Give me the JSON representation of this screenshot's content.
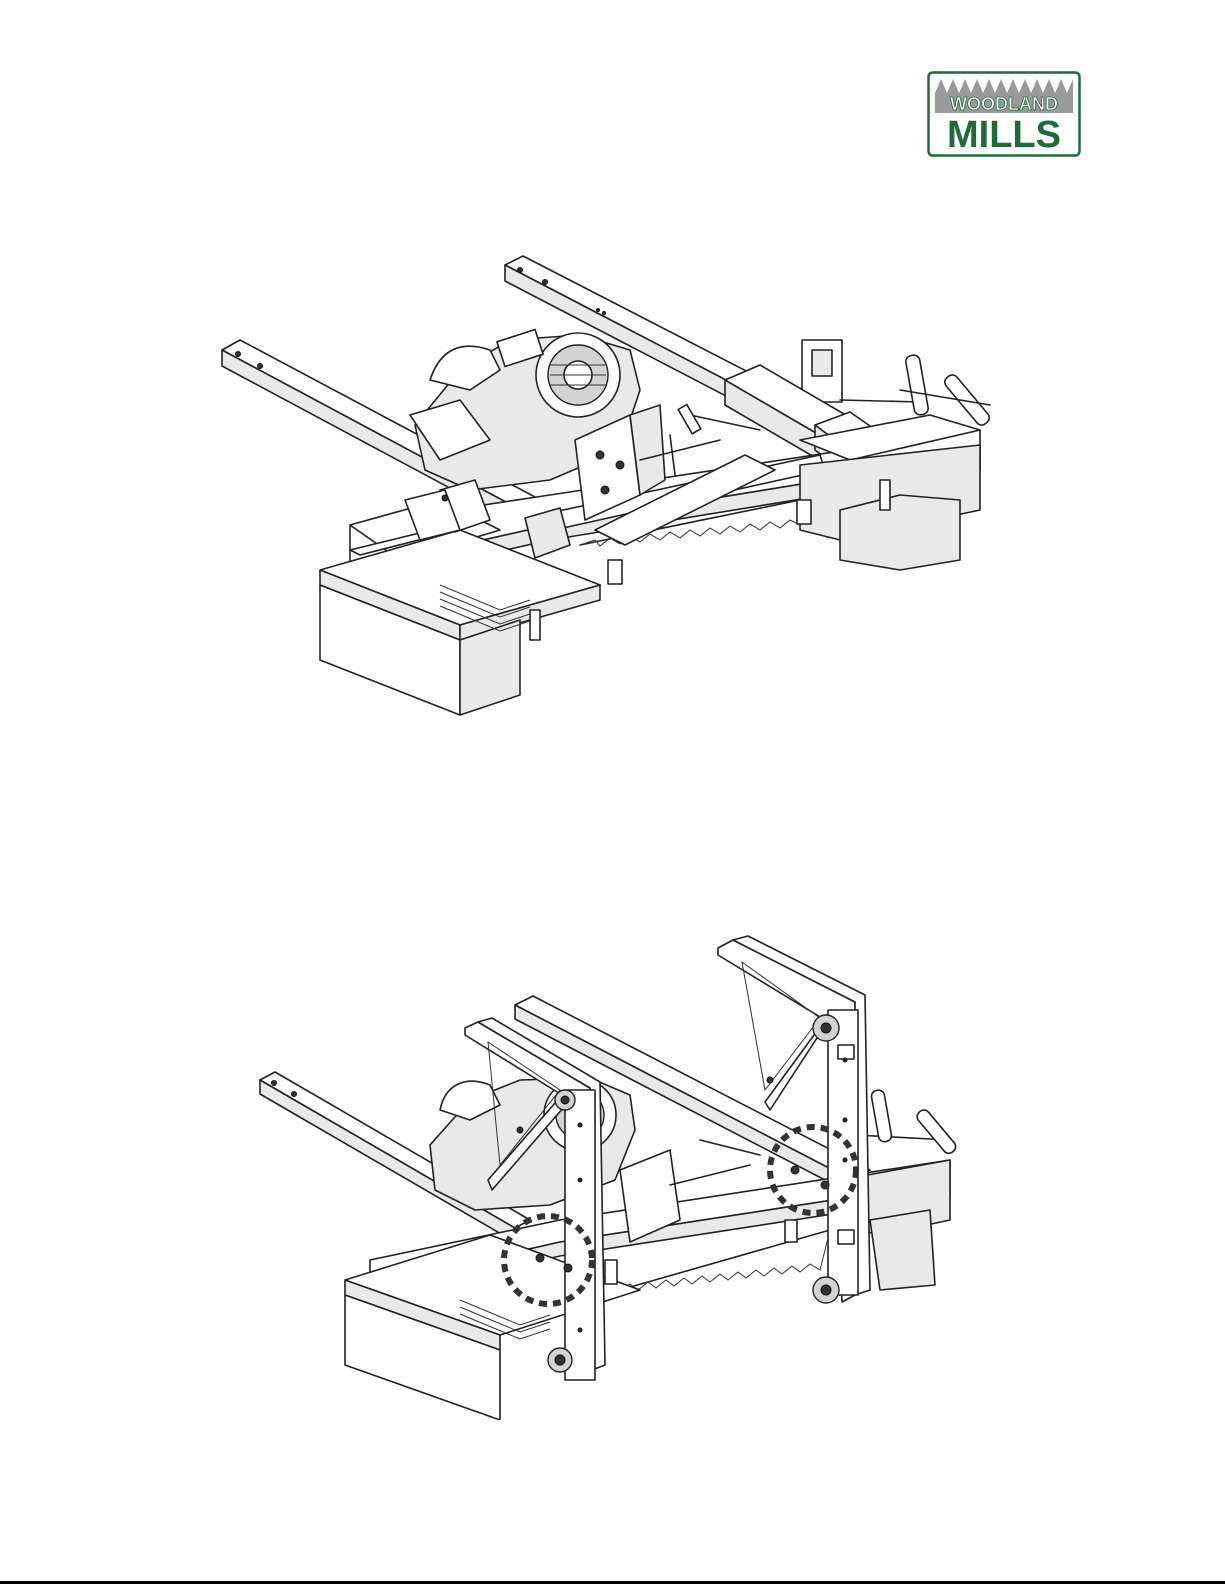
{
  "logo": {
    "line1": "WOODLAND",
    "line2": "MILLS",
    "color_green": "#1e6b3a",
    "color_grey": "#9a9a9a"
  },
  "figures": [
    {
      "id": "sawmill-head-assembly",
      "icon": "sawmill-head-drawing"
    },
    {
      "id": "sawmill-head-with-carriage-plates",
      "icon": "sawmill-head-with-plates-drawing"
    }
  ],
  "callouts": [
    {
      "id": "bolt-location-left",
      "style": "dashed-circle"
    },
    {
      "id": "bolt-location-right",
      "style": "dashed-circle"
    }
  ]
}
